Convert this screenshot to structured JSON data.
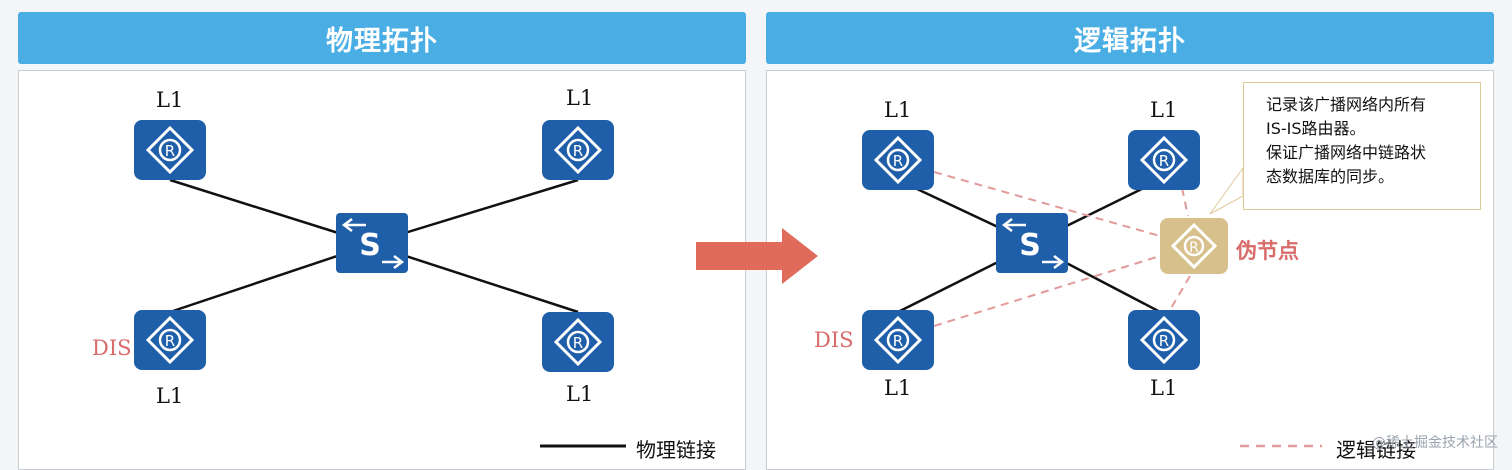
{
  "left_panel": {
    "title": "物理拓扑",
    "labels": {
      "tl": "L1",
      "tr": "L1",
      "bl": "L1",
      "br": "L1"
    },
    "dis": "DIS",
    "legend": "物理链接"
  },
  "right_panel": {
    "title": "逻辑拓扑",
    "labels": {
      "tl": "L1",
      "tr": "L1",
      "bl": "L1",
      "br": "L1"
    },
    "dis": "DIS",
    "pseudonode": "伪节点",
    "callout_lines": [
      "记录该广播网络内所有",
      "IS-IS路由器。",
      "保证广播网络中链路状",
      "态数据库的同步。"
    ],
    "legend": "逻辑链接"
  },
  "icons": {
    "router": "R",
    "switch": "S"
  },
  "colors": {
    "header": "#4aaee4",
    "router": "#1f5ea8",
    "pseudonode": "#d8c08c",
    "arrow": "#e06b5a",
    "dashed": "#e29a9a"
  },
  "watermark": "@稀土掘金技术社区"
}
